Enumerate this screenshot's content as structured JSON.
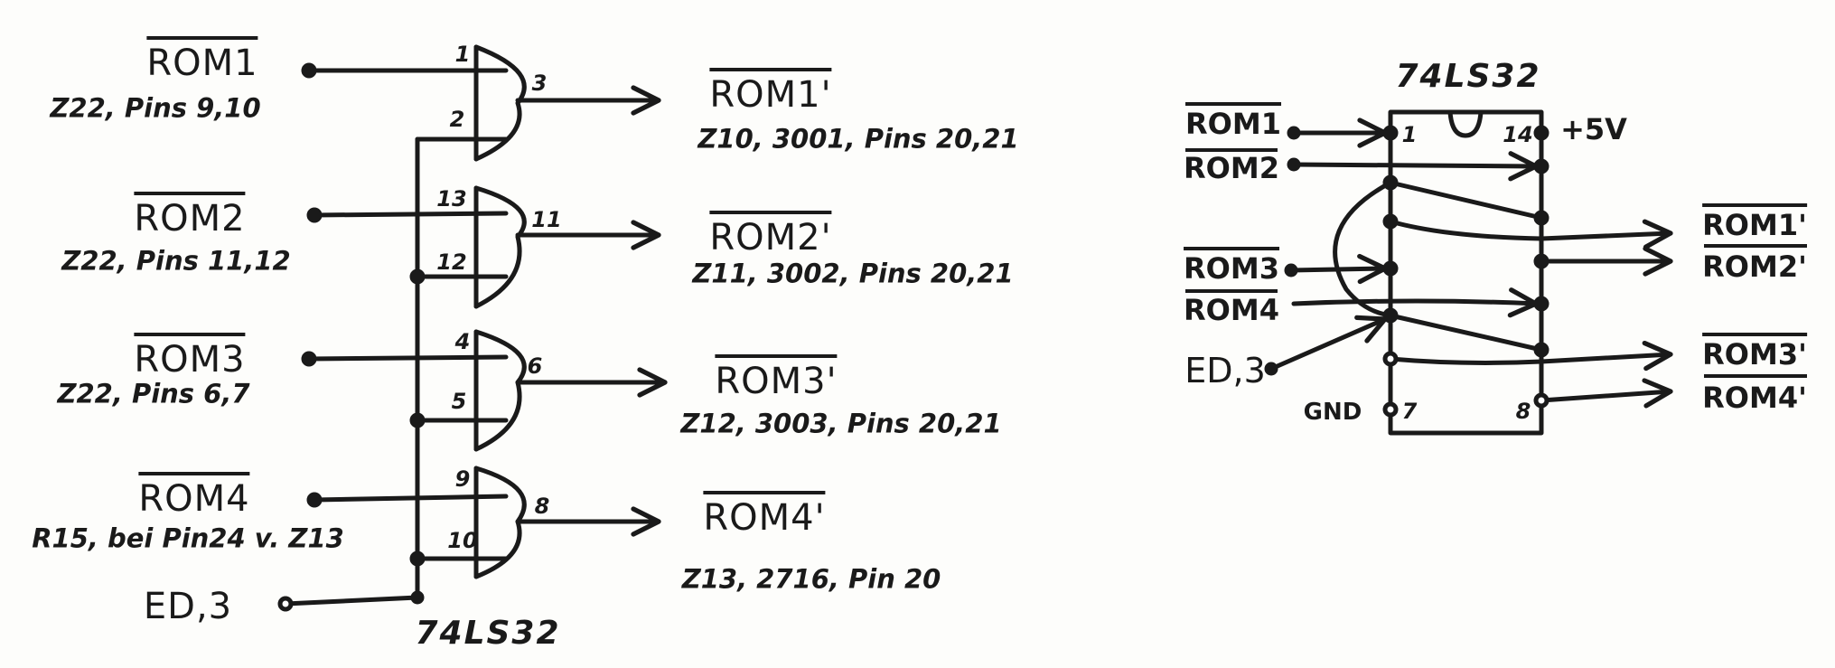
{
  "left_diagram": {
    "chip": "74LS32",
    "inputs": [
      {
        "name": "ROM1",
        "ref": "Z22, Pins 9,10"
      },
      {
        "name": "ROM2",
        "ref": "Z22, Pins 11,12"
      },
      {
        "name": "ROM3",
        "ref": "Z22, Pins 6,7"
      },
      {
        "name": "ROM4",
        "ref": "R15, bei Pin24 v. Z13"
      }
    ],
    "enable": "ED,3",
    "gates": [
      {
        "in_a": "1",
        "in_b": "2",
        "out": "3"
      },
      {
        "in_a": "13",
        "in_b": "12",
        "out": "11"
      },
      {
        "in_a": "4",
        "in_b": "5",
        "out": "6"
      },
      {
        "in_a": "9",
        "in_b": "10",
        "out": "8"
      }
    ],
    "outputs": [
      {
        "name": "ROM1'",
        "ref": "Z10, 3001, Pins 20,21"
      },
      {
        "name": "ROM2'",
        "ref": "Z11, 3002, Pins 20,21"
      },
      {
        "name": "ROM3'",
        "ref": "Z12, 3003, Pins 20,21"
      },
      {
        "name": "ROM4'",
        "ref": "Z13, 2716, Pin 20"
      }
    ]
  },
  "right_diagram": {
    "chip": "74LS32",
    "pins": {
      "p1": "1",
      "p14": "14",
      "p7": "7",
      "p8": "8"
    },
    "power": "+5V",
    "ground": "GND",
    "inputs": [
      "ROM1",
      "ROM2",
      "ROM3",
      "ROM4",
      "ED,3"
    ],
    "outputs": [
      "ROM1'",
      "ROM2'",
      "ROM3'",
      "ROM4'"
    ]
  },
  "colors": {
    "ink": "#1a1a1a",
    "paper": "#fdfdfb"
  }
}
